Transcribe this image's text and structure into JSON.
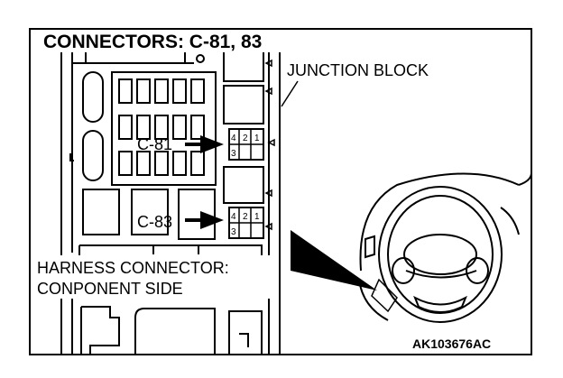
{
  "title": "CONNECTORS: C-81, 83",
  "junction_label": "JUNCTION BLOCK",
  "c81_label": "C-81",
  "c83_label": "C-83",
  "harness_line1": "HARNESS CONNECTOR:",
  "harness_line2": "CONPONENT SIDE",
  "image_code": "AK103676AC",
  "connector_c81": {
    "pins": [
      "4",
      "2",
      "1",
      "3"
    ]
  },
  "connector_c83": {
    "pins": [
      "4",
      "2",
      "1",
      "3"
    ]
  },
  "colors": {
    "line": "#000000",
    "background": "#ffffff"
  }
}
